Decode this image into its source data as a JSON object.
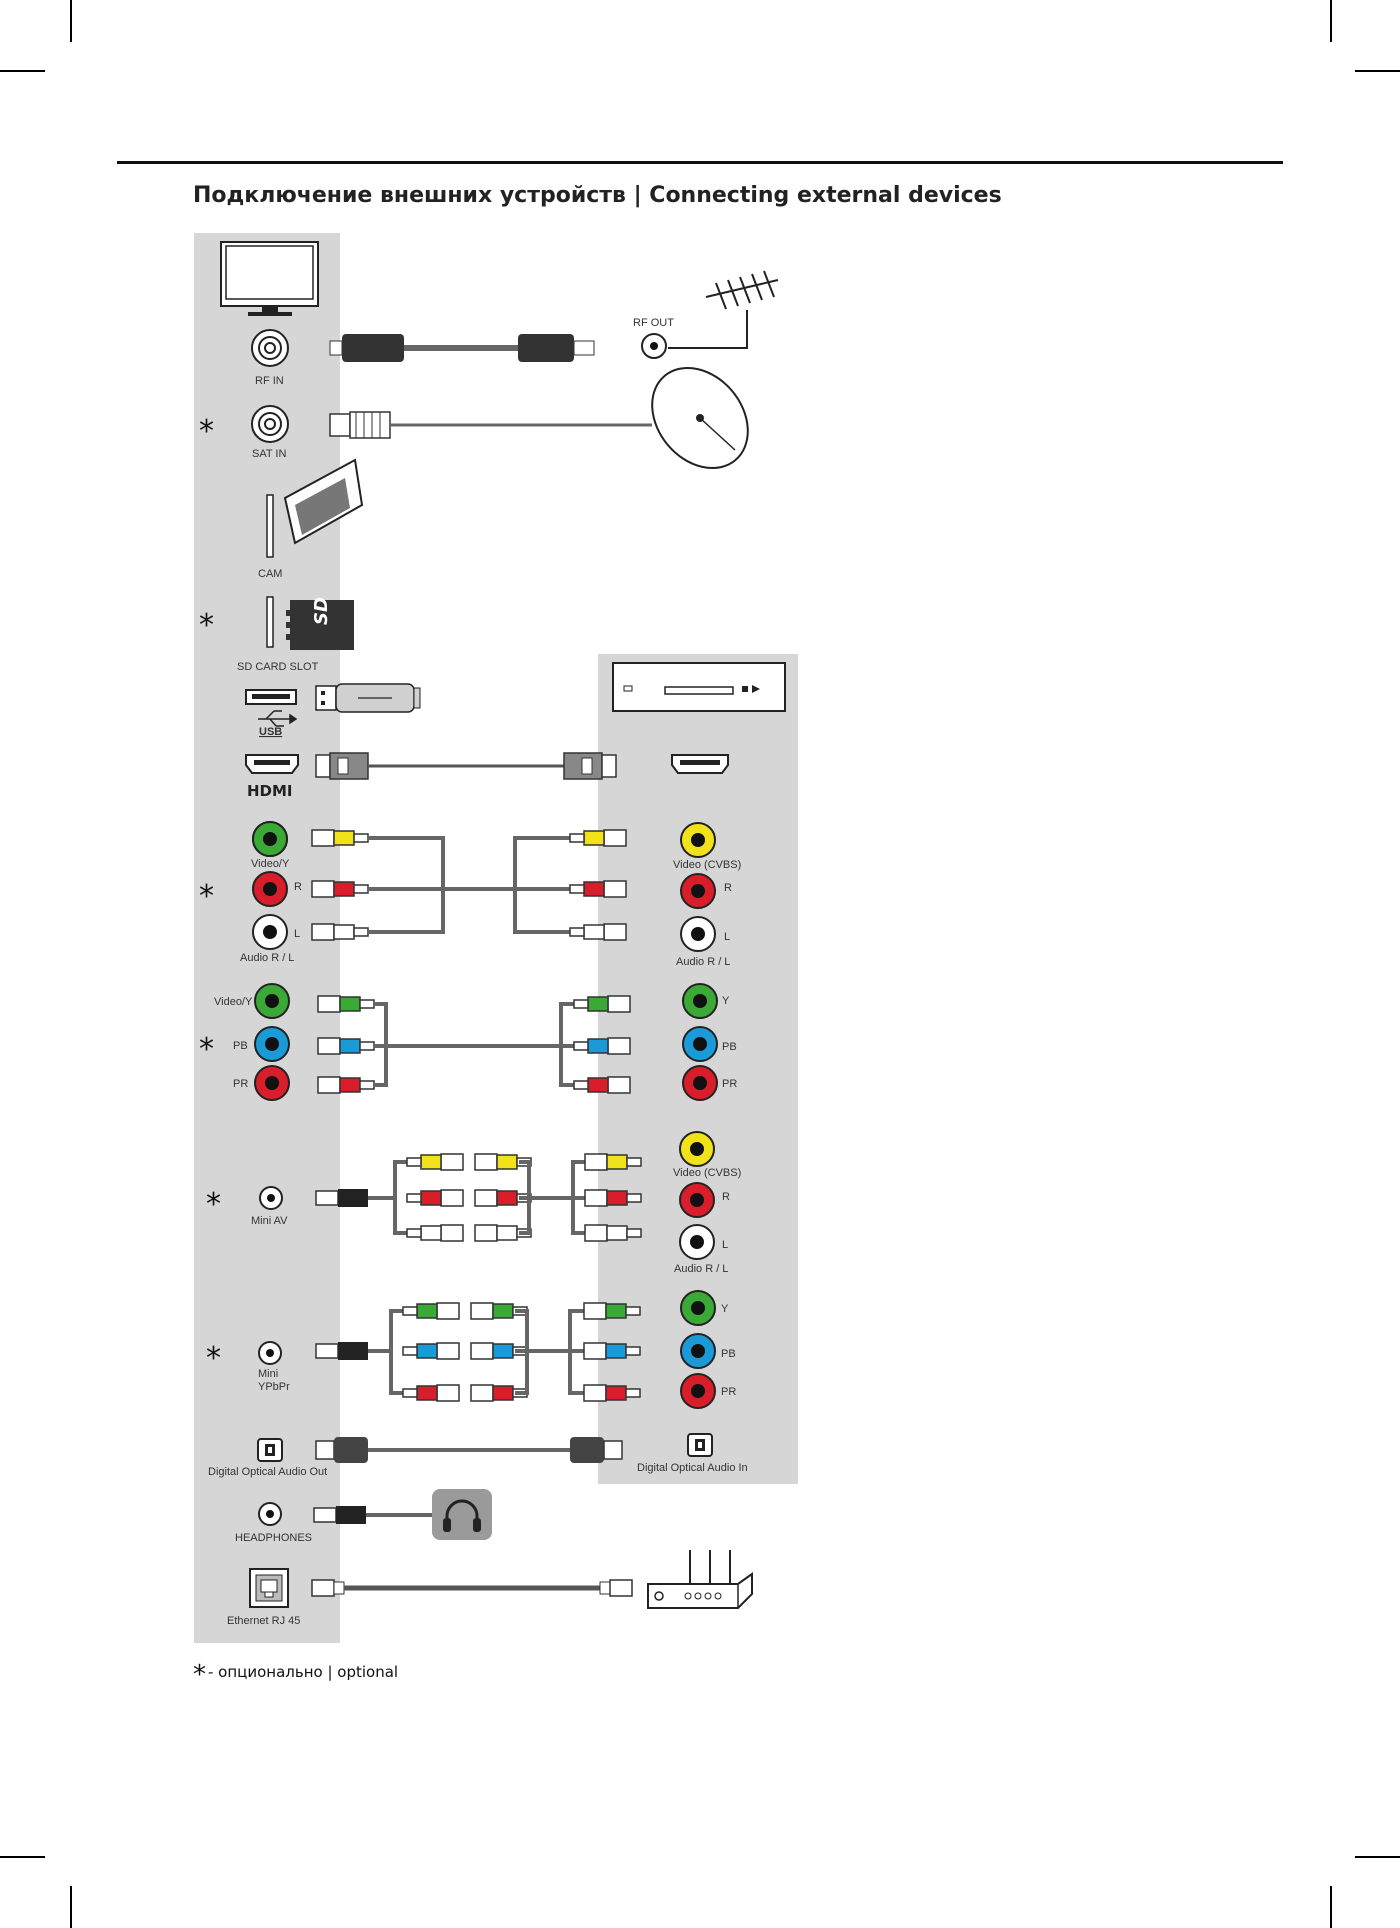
{
  "page_title": "Подключение внешних устройств | Connecting external devices",
  "optional_mark": "*",
  "footnote": "- опционально | optional",
  "tv_ports": {
    "rf_in": "RF IN",
    "sat_in": "SAT IN",
    "cam": "CAM",
    "sd_card": "SD CARD SLOT",
    "sd_badge": "SD",
    "usb": "USB",
    "hdmi": "HDMI",
    "av_video": "Video/Y",
    "av_r": "R",
    "av_l": "L",
    "av_audio": "Audio R / L",
    "comp_video": "Video/Y",
    "comp_pb": "PB",
    "comp_pr": "PR",
    "mini_av": "Mini AV",
    "mini_ypbpr_1": "Mini",
    "mini_ypbpr_2": "YPbPr",
    "optical_out": "Digital Optical Audio Out",
    "headphones": "HEADPHONES",
    "ethernet": "Ethernet RJ 45"
  },
  "device_ports": {
    "rf_out": "RF OUT",
    "av_video": "Video (CVBS)",
    "av_r": "R",
    "av_l": "L",
    "av_audio": "Audio R / L",
    "comp_y": "Y",
    "comp_pb": "PB",
    "comp_pr": "PR",
    "av2_video": "Video (CVBS)",
    "av2_r": "R",
    "av2_l": "L",
    "av2_audio": "Audio R / L",
    "comp2_y": "Y",
    "comp2_pb": "PB",
    "comp2_pr": "PR",
    "optical_in": "Digital Optical Audio In"
  },
  "colors": {
    "panel": "#d6d6d6",
    "yellow": "#f2e21a",
    "red": "#d81e2a",
    "white": "#ffffff",
    "green": "#3aa935",
    "blue": "#1a9ad6",
    "cable": "#666666"
  }
}
